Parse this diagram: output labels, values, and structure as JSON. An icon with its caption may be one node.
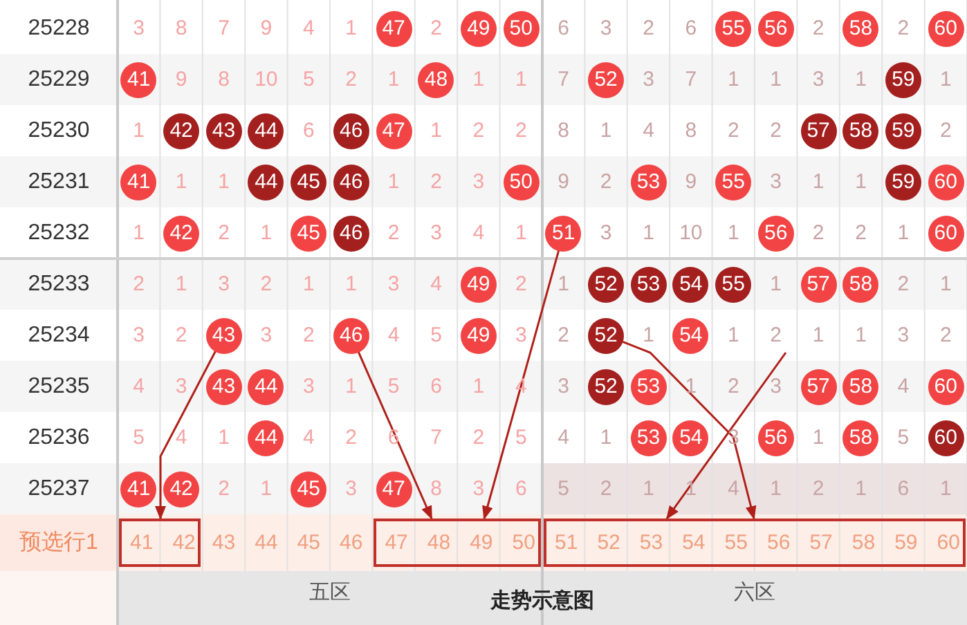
{
  "diagram": {
    "caption": "走势示意图",
    "nodes": [
      {
        "text": [
          "47"
        ]
      },
      {
        "text": [
          "49"
        ]
      },
      {
        "text": [
          "50"
        ]
      },
      {
        "text": [
          "55"
        ]
      },
      {
        "text": [
          "56"
        ]
      },
      {
        "text": [
          "58"
        ]
      },
      {
        "text": [
          "60"
        ]
      },
      {
        "text": [
          "41"
        ]
      },
      {
        "text": [
          "48"
        ]
      },
      {
        "text": [
          "52"
        ]
      },
      {
        "text": [
          "59"
        ]
      },
      {
        "text": [
          "42"
        ]
      },
      {
        "text": [
          "43"
        ]
      },
      {
        "text": [
          "44"
        ]
      },
      {
        "text": [
          "46"
        ]
      },
      {
        "text": [
          "47"
        ]
      },
      {
        "text": [
          "57"
        ]
      },
      {
        "text": [
          "58"
        ]
      },
      {
        "text": [
          "59"
        ]
      },
      {
        "text": [
          "41"
        ]
      },
      {
        "text": [
          "44"
        ]
      },
      {
        "text": [
          "45"
        ]
      },
      {
        "text": [
          "46"
        ]
      },
      {
        "text": [
          "50"
        ]
      },
      {
        "text": [
          "53"
        ]
      },
      {
        "text": [
          "55"
        ]
      },
      {
        "text": [
          "59"
        ]
      },
      {
        "text": [
          "60"
        ]
      },
      {
        "text": [
          "42"
        ]
      },
      {
        "text": [
          "45"
        ]
      },
      {
        "text": [
          "46"
        ]
      },
      {
        "text": [
          "51"
        ]
      },
      {
        "text": [
          "56"
        ]
      },
      {
        "text": [
          "60"
        ]
      },
      {
        "text": [
          "49"
        ]
      },
      {
        "text": [
          "52"
        ]
      },
      {
        "text": [
          "53"
        ]
      },
      {
        "text": [
          "54"
        ]
      },
      {
        "text": [
          "55"
        ]
      },
      {
        "text": [
          "57"
        ]
      },
      {
        "text": [
          "58"
        ]
      },
      {
        "text": [
          "43"
        ]
      },
      {
        "text": [
          "46"
        ]
      },
      {
        "text": [
          "49"
        ]
      },
      {
        "text": [
          "52"
        ]
      },
      {
        "text": [
          "54"
        ]
      },
      {
        "text": [
          "43"
        ]
      },
      {
        "text": [
          "44"
        ]
      },
      {
        "text": [
          "52"
        ]
      },
      {
        "text": [
          "53"
        ]
      },
      {
        "text": [
          "57"
        ]
      },
      {
        "text": [
          "58"
        ]
      },
      {
        "text": [
          "60"
        ]
      },
      {
        "text": [
          "44"
        ]
      },
      {
        "text": [
          "53"
        ]
      },
      {
        "text": [
          "54"
        ]
      },
      {
        "text": [
          "56"
        ]
      },
      {
        "text": [
          "58"
        ]
      },
      {
        "text": [
          "60"
        ]
      },
      {
        "text": [
          "41"
        ]
      },
      {
        "text": [
          "42"
        ]
      },
      {
        "text": [
          "45"
        ]
      },
      {
        "text": [
          "47"
        ]
      },
      {
        "text": [
          "41",
          "42"
        ]
      },
      {
        "text": [
          "47",
          "48",
          "49",
          "50"
        ]
      },
      {
        "text": [
          "51",
          "52",
          "53",
          "54",
          "55",
          "56",
          "57",
          "58",
          "59",
          "60"
        ]
      }
    ],
    "edges": [
      {
        "from": 41,
        "to": 63,
        "arrow": "to"
      },
      {
        "from": 42,
        "to": 64,
        "arrow": "to"
      },
      {
        "from": 31,
        "to": 64,
        "arrow": "to"
      },
      {
        "from": 44,
        "to": 65,
        "arrow": "to"
      },
      {
        "from": null,
        "to": 65,
        "arrow": "to"
      }
    ],
    "labels": [
      "25228",
      "3",
      "8",
      "7",
      "9",
      "4",
      "1",
      "2",
      "6",
      "3",
      "2",
      "6",
      "2",
      "2",
      "25229",
      "9",
      "8",
      "10",
      "5",
      "2",
      "1",
      "1",
      "1",
      "7",
      "3",
      "7",
      "1",
      "1",
      "3",
      "1",
      "1",
      "25230",
      "1",
      "6",
      "1",
      "2",
      "2",
      "8",
      "1",
      "4",
      "8",
      "2",
      "2",
      "2",
      "25231",
      "1",
      "1",
      "1",
      "2",
      "3",
      "9",
      "2",
      "9",
      "3",
      "1",
      "1",
      "25232",
      "1",
      "2",
      "1",
      "2",
      "3",
      "4",
      "1",
      "3",
      "1",
      "10",
      "1",
      "2",
      "2",
      "1",
      "25233",
      "2",
      "1",
      "3",
      "2",
      "1",
      "1",
      "3",
      "4",
      "2",
      "1",
      "1",
      "2",
      "1",
      "25234",
      "3",
      "2",
      "3",
      "2",
      "4",
      "5",
      "3",
      "2",
      "1",
      "1",
      "2",
      "1",
      "1",
      "3",
      "2",
      "25235",
      "4",
      "3",
      "3",
      "1",
      "5",
      "6",
      "1",
      "4",
      "3",
      "1",
      "2",
      "3",
      "4",
      "25236",
      "5",
      "4",
      "1",
      "4",
      "2",
      "6",
      "7",
      "2",
      "5",
      "4",
      "1",
      "3",
      "1",
      "5",
      "25237",
      "2",
      "1",
      "3",
      "8",
      "3",
      "6",
      "5",
      "2",
      "1",
      "1",
      "4",
      "1",
      "2",
      "1",
      "6",
      "1",
      "预选行1",
      "43",
      "44",
      "45",
      "46",
      "五区",
      "六区"
    ]
  }
}
